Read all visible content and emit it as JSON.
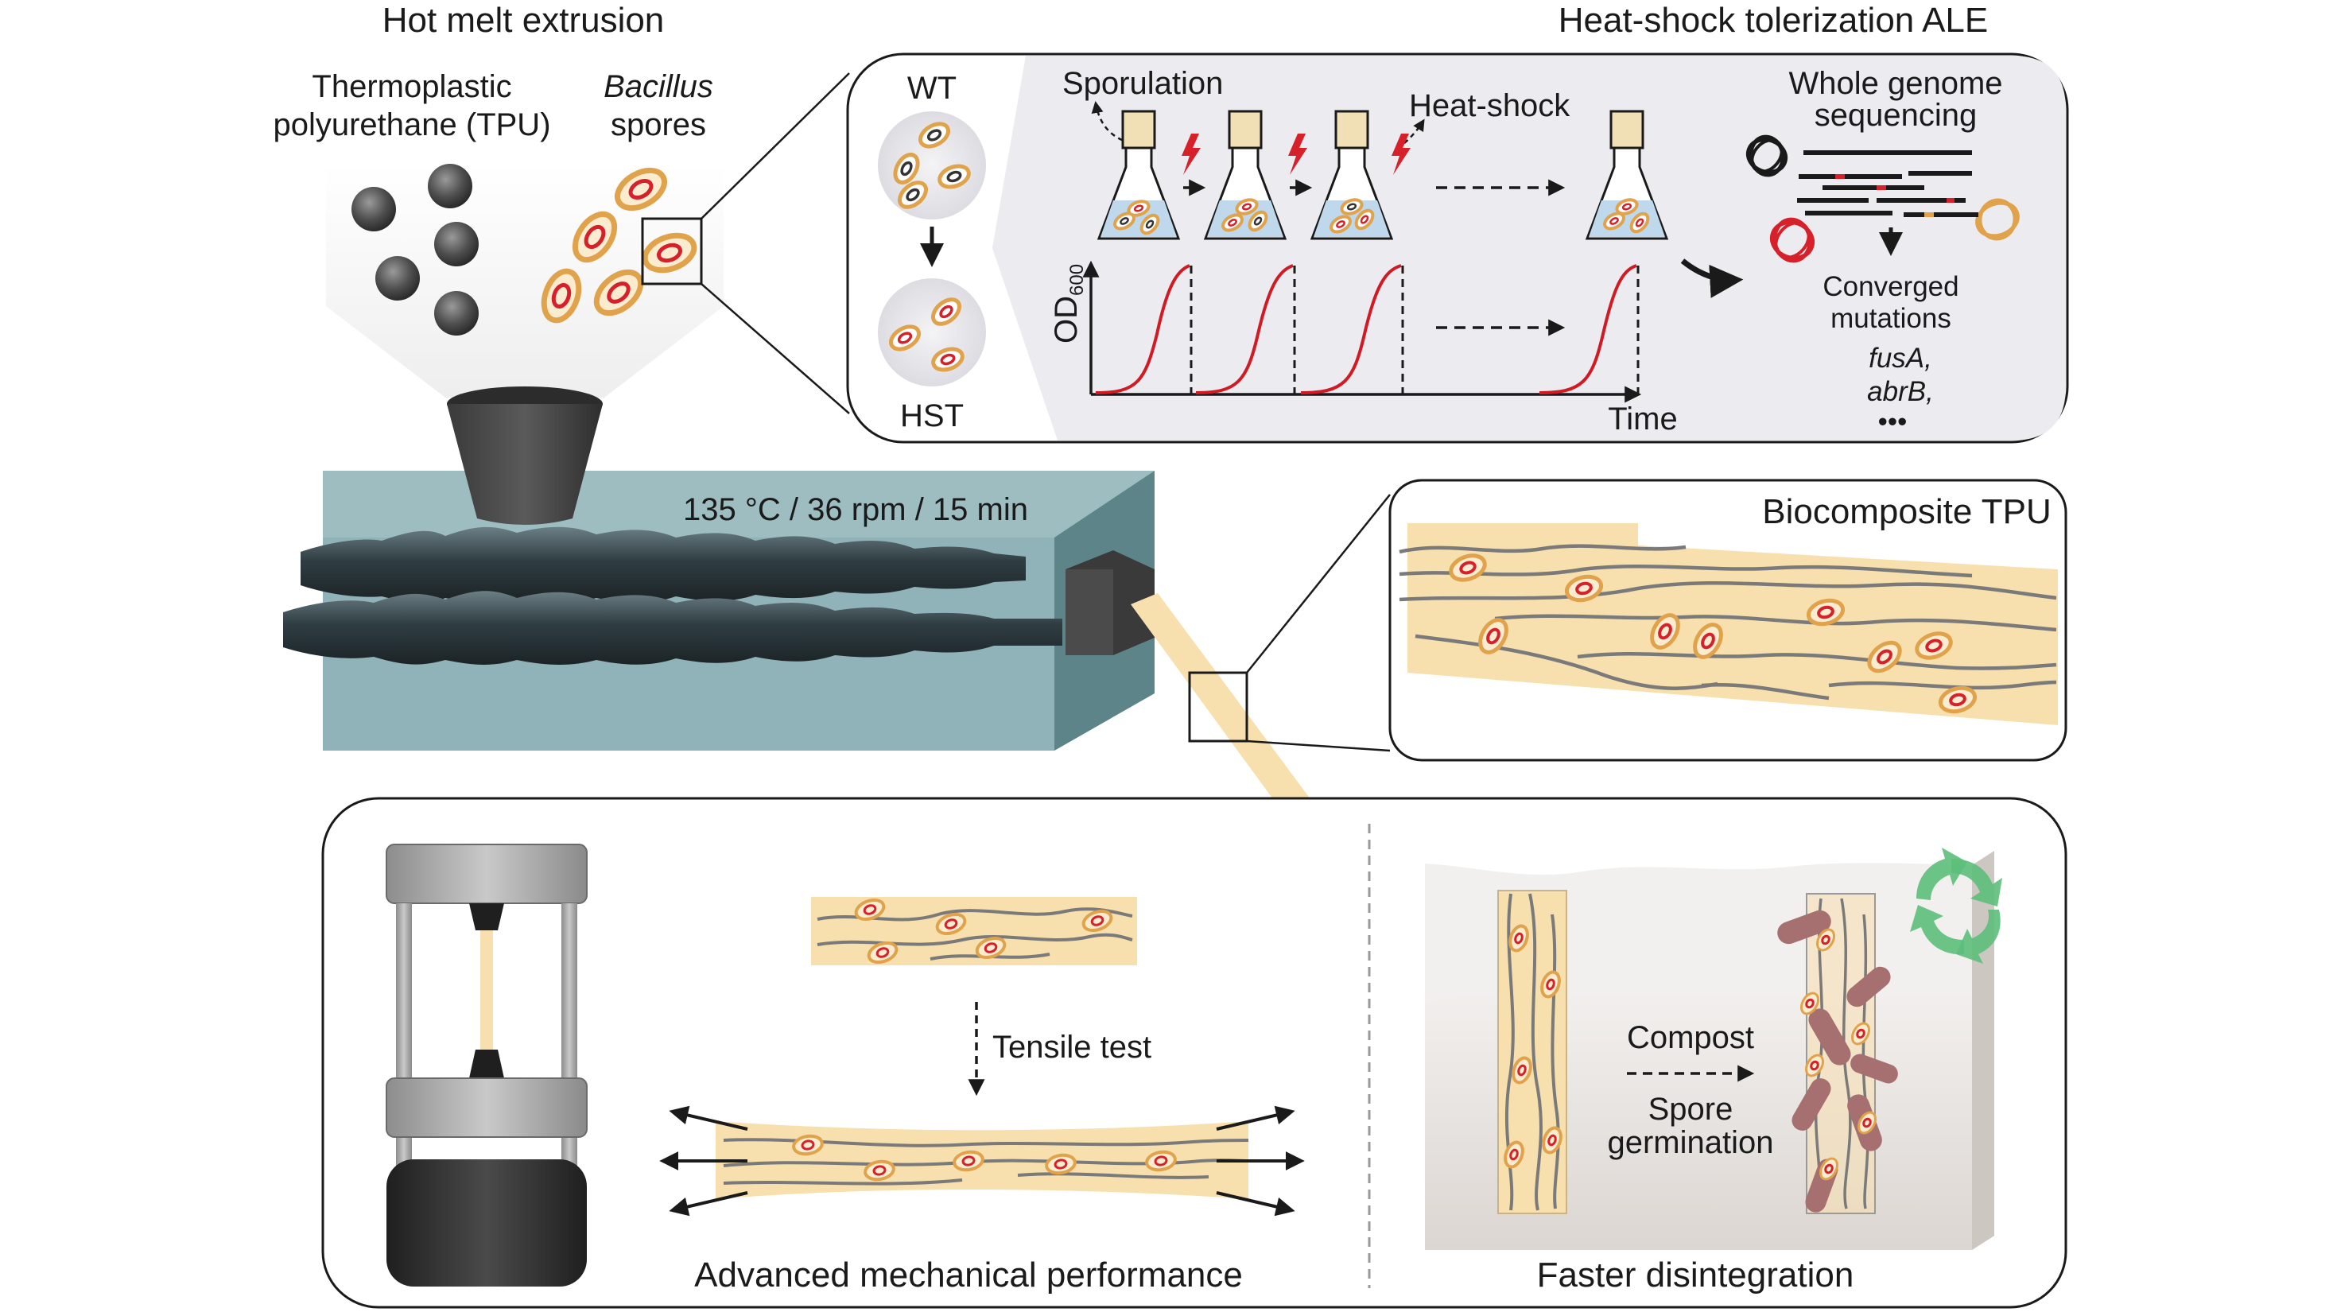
{
  "labels": {
    "hot_melt_title": "Hot melt extrusion",
    "ale_title": "Heat-shock tolerization ALE",
    "tpu_line1": "Thermoplastic",
    "tpu_line2": "polyurethane (TPU)",
    "bacillus": "Bacillus",
    "spores": "spores",
    "wt": "WT",
    "hst": "HST",
    "sporulation": "Sporulation",
    "heat_shock": "Heat-shock",
    "wgs_line1": "Whole genome",
    "wgs_line2": "sequencing",
    "converged_line1": "Converged",
    "converged_line2": "mutations",
    "mut1": "fusA,",
    "mut2": "abrB,",
    "ellipsis": "•••",
    "od_main": "OD",
    "od_sub": "600",
    "time": "Time",
    "conditions": "135 °C / 36 rpm / 15 min",
    "biocomposite": "Biocomposite TPU",
    "tensile": "Tensile test",
    "compost": "Compost",
    "spore_line1": "Spore",
    "spore_line2": "germination",
    "mechanical": "Advanced mechanical performance",
    "disintegration": "Faster disintegration"
  },
  "colors": {
    "spore_ring": "#e0a24b",
    "spore_core": "#d6202a",
    "tpu_fill": "#f8dfae",
    "extruder": "#8fb3b8",
    "panel_gray": "#ececf0",
    "growth_curve": "#d11b24",
    "recycle_green": "#5cbf7a"
  }
}
